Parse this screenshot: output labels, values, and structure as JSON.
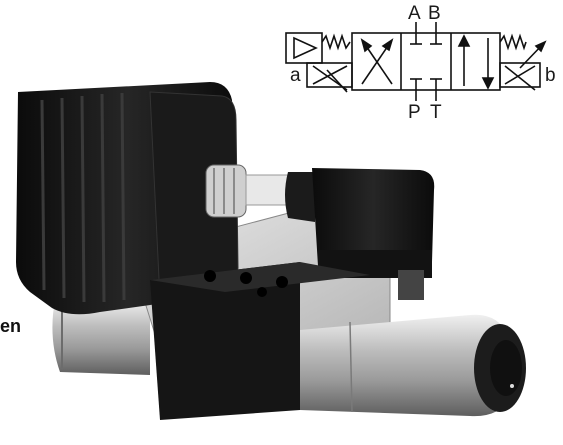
{
  "symbol": {
    "port_a_top": "A",
    "port_b_top": "B",
    "port_p": "P",
    "port_t": "T",
    "side_a": "a",
    "side_b": "b"
  },
  "cropped_text": "en"
}
